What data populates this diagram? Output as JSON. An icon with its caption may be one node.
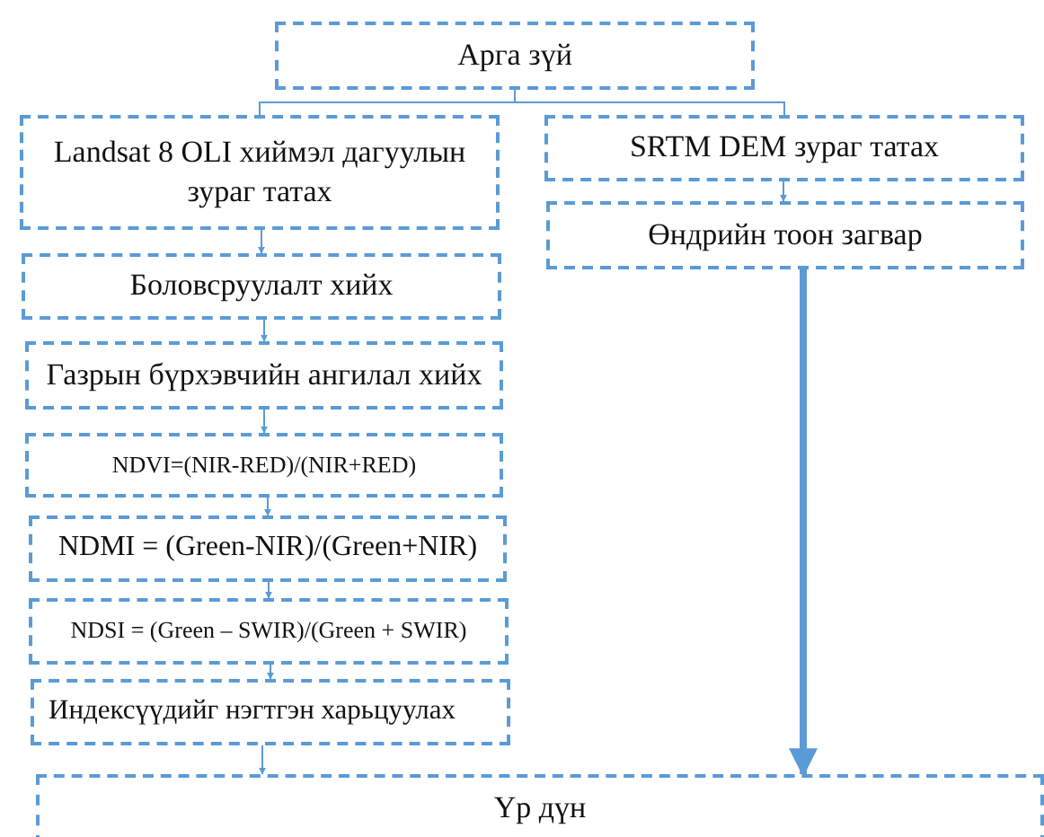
{
  "diagram": {
    "nodes": [
      {
        "text": [
          "Арга зүй"
        ]
      },
      {
        "text": [
          "Landsat 8 OLI хиймэл дагуулын зураг татах"
        ]
      },
      {
        "text": [
          "SRTM DEM зураг татах"
        ]
      },
      {
        "text": [
          "Өндрийн тоон загвар"
        ]
      },
      {
        "text": [
          "Боловсруулалт хийх"
        ]
      },
      {
        "text": [
          "Газрын бүрхэвчийн ангилал хийх"
        ]
      },
      {
        "text": [
          "NDVI=(NIR-RED)/(NIR+RED)"
        ]
      },
      {
        "text": [
          "NDMI = (Green-NIR)/(Green+NIR)"
        ]
      },
      {
        "text": [
          "NDSI = (Green – SWIR)/(Green + SWIR)"
        ]
      },
      {
        "text": [
          "Индексүүдийг нэгтгэн харьцуулах"
        ]
      },
      {
        "text": [
          "Үр дүн"
        ]
      }
    ],
    "edges": [
      {
        "from": 0,
        "to": 1,
        "arrow": "none"
      },
      {
        "from": 0,
        "to": 2,
        "arrow": "none"
      },
      {
        "from": 1,
        "to": 4,
        "arrow": "to"
      },
      {
        "from": 2,
        "to": 3,
        "arrow": "to"
      },
      {
        "from": 4,
        "to": 5,
        "arrow": "to"
      },
      {
        "from": 5,
        "to": 6,
        "arrow": "to"
      },
      {
        "from": 6,
        "to": 7,
        "arrow": "to"
      },
      {
        "from": 7,
        "to": 8,
        "arrow": "to"
      },
      {
        "from": 8,
        "to": 9,
        "arrow": "to"
      },
      {
        "from": 9,
        "to": 10,
        "arrow": "to"
      },
      {
        "from": 3,
        "to": 10,
        "arrow": "to",
        "style": "thick"
      }
    ]
  }
}
